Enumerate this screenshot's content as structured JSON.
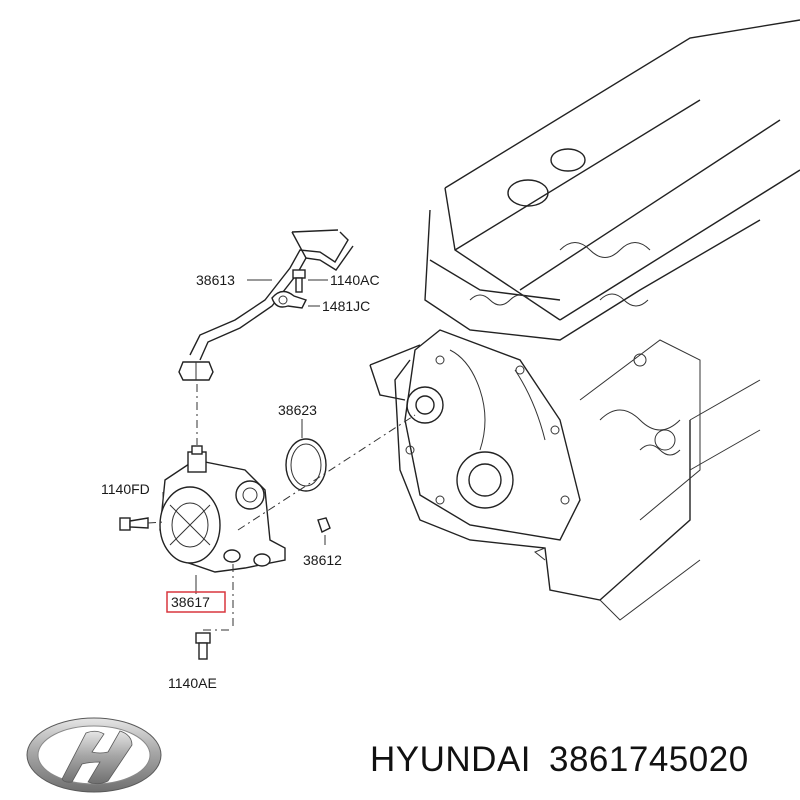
{
  "parts": [
    {
      "id": "p1",
      "number": "38613"
    },
    {
      "id": "p2",
      "number": "1140AC"
    },
    {
      "id": "p3",
      "number": "1481JC"
    },
    {
      "id": "p4",
      "number": "38623"
    },
    {
      "id": "p5",
      "number": "1140FD"
    },
    {
      "id": "p6",
      "number": "38612"
    },
    {
      "id": "p7",
      "number": "38617",
      "highlighted": true
    },
    {
      "id": "p8",
      "number": "1140AE"
    }
  ],
  "highlight_color": "#d9363e",
  "footer": {
    "brand": "HYUNDAI",
    "part_number": "3861745020"
  },
  "logo": {
    "icon": "hyundai-logo-icon"
  }
}
